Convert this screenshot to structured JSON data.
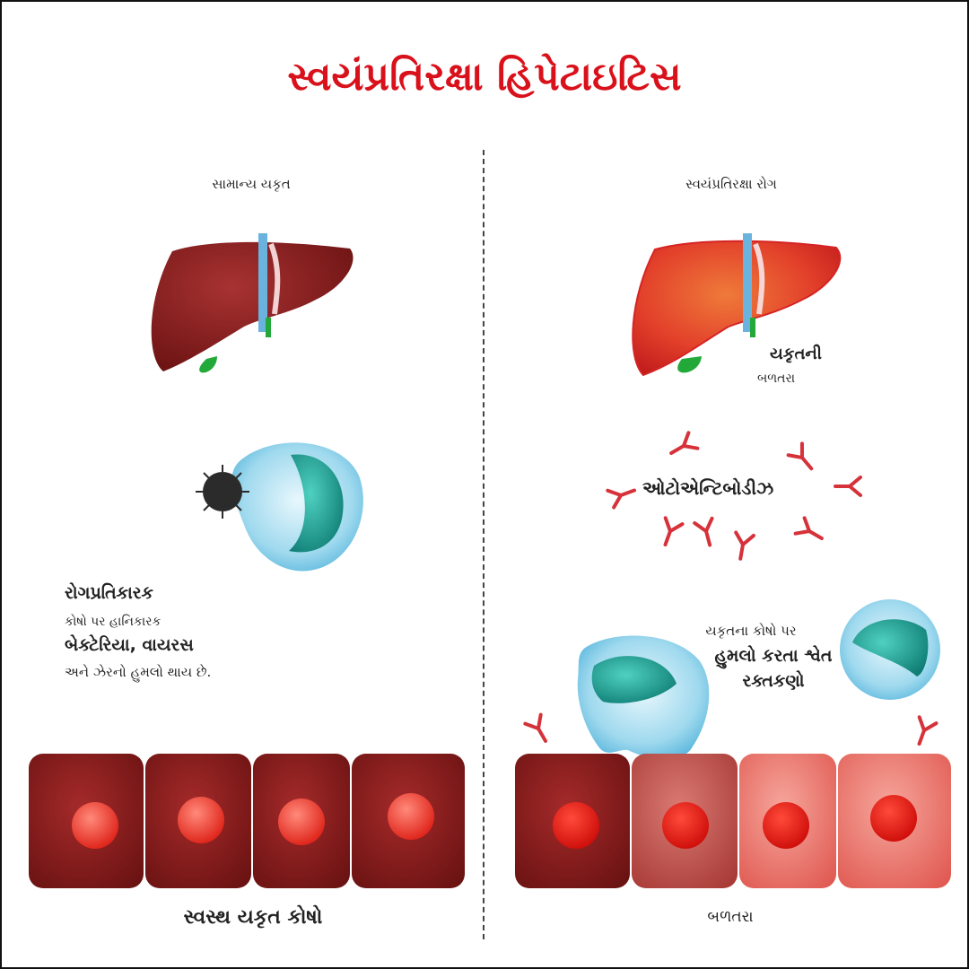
{
  "title": "સ્વયંપ્રતિરક્ષા હિપેટાઇટિસ",
  "left": {
    "heading": "સામાન્ય યકૃત",
    "immune_text": {
      "line1": "રોગપ્રતિકારક",
      "line2": "કોષો પર હાનિકારક",
      "line3": "બેક્ટેરિયા, વાયરસ",
      "line4": "અને ઝેરનો હુમલો થાય છે."
    },
    "cells_label": "સ્વસ્થ યકૃત કોષો"
  },
  "right": {
    "heading": "સ્વયંપ્રતિરક્ષા રોગ",
    "inflamed_liver": {
      "line1": "યકૃતની",
      "line2": "બળતરા"
    },
    "antibodies_label": "ઓટોએન્ટિબોડીઝ",
    "attack_text": {
      "line1": "યકૃતના કોષો પર",
      "line2": "હુમલો કરતા શ્વેત",
      "line3": "રક્તકણો"
    },
    "cells_label": "બળતરા"
  },
  "colors": {
    "title_red": "#d9111b",
    "healthy_liver": "#8e1e1e",
    "inflamed_liver": "#e23a2a",
    "gallbladder": "#23a83a",
    "antibody": "#d6323a",
    "immune_cell": "#8fd3ea",
    "nucleus": "#1aa79a"
  }
}
